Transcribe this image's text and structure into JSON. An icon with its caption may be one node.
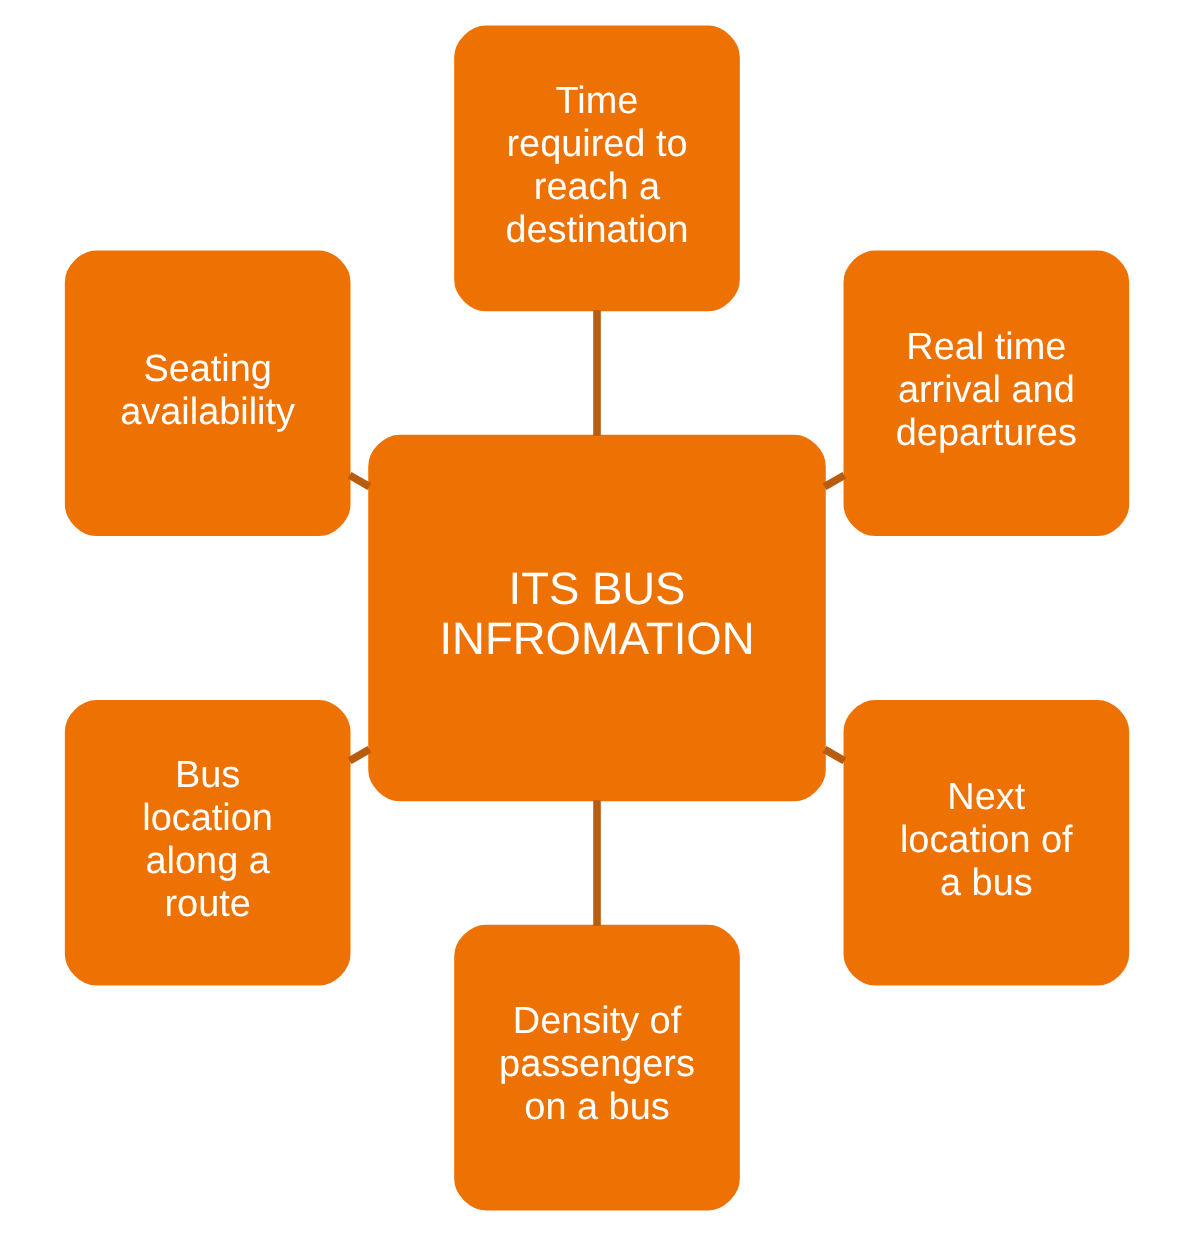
{
  "diagram": {
    "nodes": [
      {
        "text": [
          "Real time arrival and departures"
        ]
      },
      {
        "text": [
          "Time required to reach a destination"
        ]
      },
      {
        "text": [
          "Seating availability"
        ]
      },
      {
        "text": [
          "ITS BUS INFROMATION"
        ]
      },
      {
        "text": [
          "Bus location along a route"
        ]
      },
      {
        "text": [
          "Density of passengers on a bus"
        ]
      },
      {
        "text": [
          "Next location of a bus"
        ]
      }
    ],
    "edges": [
      {
        "from": 3,
        "to": 0,
        "arrow": "none"
      },
      {
        "from": 3,
        "to": 2,
        "arrow": "none"
      },
      {
        "from": 3,
        "to": 5,
        "arrow": "none"
      },
      {
        "from": 3,
        "to": 6,
        "arrow": "none"
      },
      {
        "from": 3,
        "to": 4,
        "arrow": "none"
      },
      {
        "from": 3,
        "to": 1,
        "arrow": "none"
      }
    ]
  }
}
